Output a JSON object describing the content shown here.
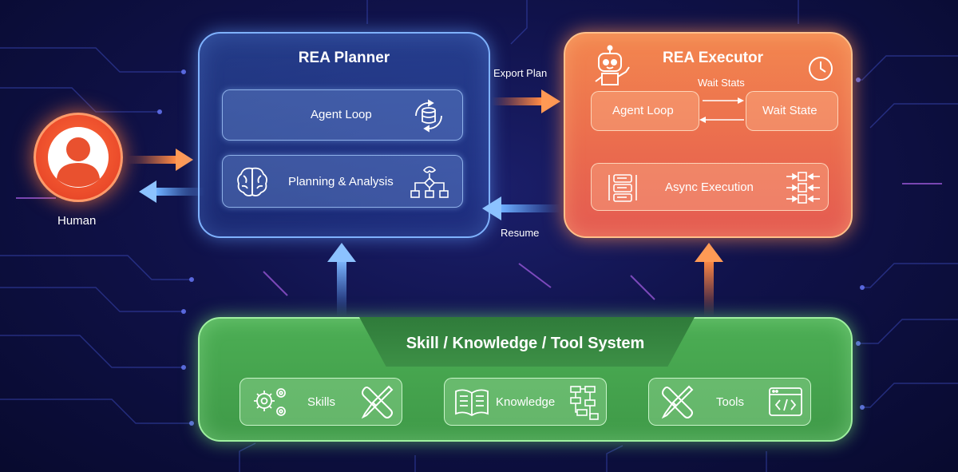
{
  "human": {
    "label": "Human"
  },
  "planner": {
    "title": "REA Planner",
    "items": [
      {
        "label": "Agent Loop",
        "icon": "database-cycle-icon"
      },
      {
        "label": "Planning & Analysis",
        "left_icon": "brain-icon",
        "right_icon": "flowchart-icon"
      }
    ]
  },
  "executor": {
    "title": "REA Executor",
    "wait_stats": "Wait Stats",
    "agent_loop": "Agent Loop",
    "wait_state": "Wait State",
    "async": "Async Execution",
    "icons": [
      "robot-icon",
      "clock-icon",
      "task-list-icon",
      "parallel-tasks-icon"
    ]
  },
  "connections": {
    "export_plan": "Export Plan",
    "resume": "Resume"
  },
  "system": {
    "title": "Skill / Knowledge / Tool System",
    "modules": [
      {
        "label": "Skills",
        "left_icon": "gears-icon",
        "right_icon": "wrench-screwdriver-icon"
      },
      {
        "label": "Knowledge",
        "left_icon": "book-icon",
        "right_icon": "tree-diagram-icon"
      },
      {
        "label": "Tools",
        "left_icon": "wrench-screwdriver-icon",
        "right_icon": "code-window-icon"
      }
    ]
  },
  "colors": {
    "background": "#10124a",
    "planner": "#3a5fc0",
    "executor": "#ee7450",
    "system": "#46a64e",
    "human": "#ea4a2a"
  }
}
